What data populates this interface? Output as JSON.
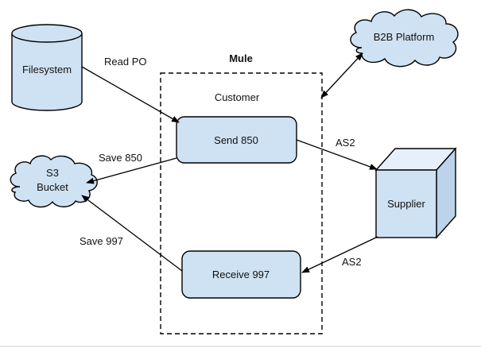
{
  "diagram": {
    "title": "Mule",
    "subtitle": "Customer",
    "nodes": {
      "filesystem": "Filesystem",
      "b2b": "B2B Platform",
      "s3_line1": "S3",
      "s3_line2": "Bucket",
      "send": "Send 850",
      "receive": "Receive 997",
      "supplier": "Supplier"
    },
    "edges": {
      "read_po": "Read PO",
      "save_850": "Save 850",
      "save_997": "Save 997",
      "as2_out": "AS2",
      "as2_in": "AS2"
    },
    "colors": {
      "node_fill": "#cfe2f3",
      "stroke": "#000000",
      "cube_side": "#bcd3ea",
      "cube_top": "#e6f0fa",
      "background": "#ffffff"
    }
  }
}
